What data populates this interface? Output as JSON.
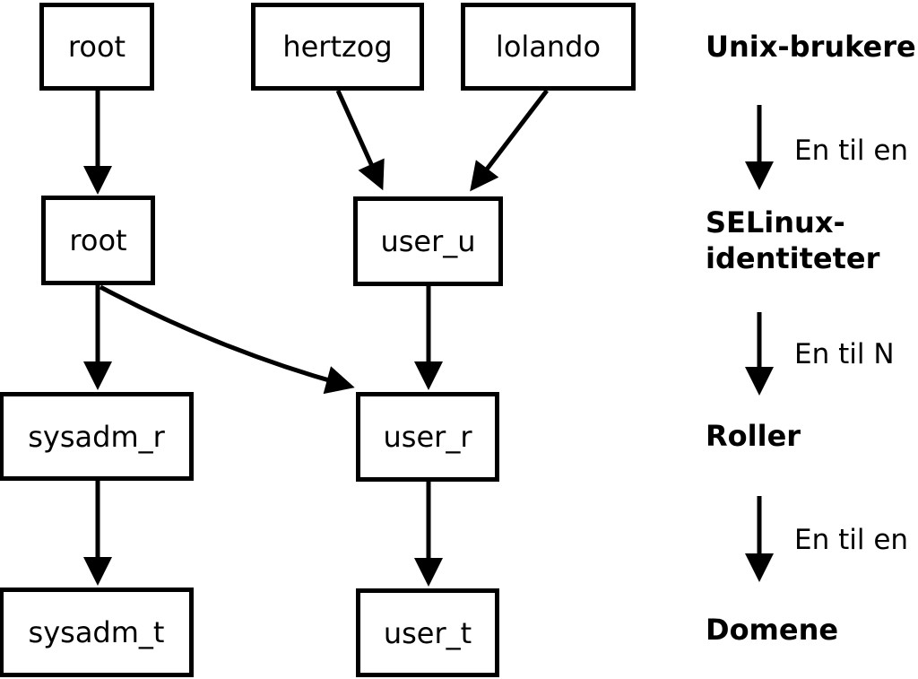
{
  "diagram": {
    "background_color": "#ffffff",
    "line_color": "#000000",
    "nodes": {
      "unix_root": "root",
      "unix_hertzog": "hertzog",
      "unix_lolando": "lolando",
      "selinux_root": "root",
      "selinux_user_u": "user_u",
      "role_sysadm_r": "sysadm_r",
      "role_user_r": "user_r",
      "domain_sysadm_t": "sysadm_t",
      "domain_user_t": "user_t"
    },
    "legend": {
      "level_unix": "Unix-brukere",
      "level_selinux_line1": "SELinux-",
      "level_selinux_line2": "identiteter",
      "level_roles": "Roller",
      "level_domains": "Domene",
      "mapping_unix_to_selinux": "En til en",
      "mapping_selinux_to_roles": "En til N",
      "mapping_roles_to_domains": "En til en"
    }
  }
}
